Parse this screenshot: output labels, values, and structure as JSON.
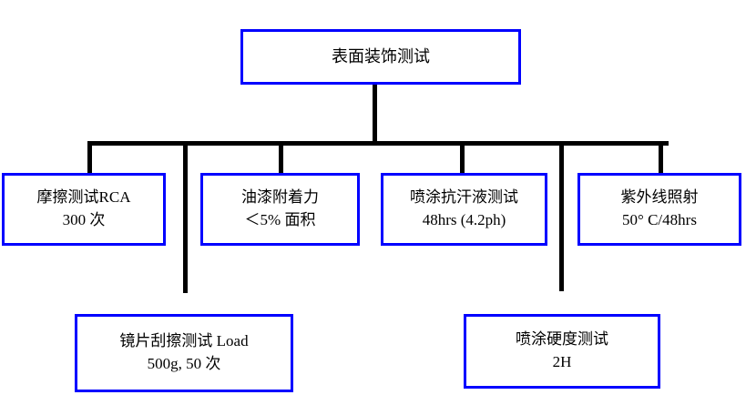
{
  "diagram": {
    "title": "表面装饰测试",
    "type": "tree-flowchart",
    "colors": {
      "box_border": "#0000FF",
      "connector": "#000000",
      "text": "#000000",
      "background": "#FFFFFF"
    },
    "root": {
      "line1": "表面装饰测试",
      "line2": ""
    },
    "children": [
      {
        "line1": "摩擦测试RCA",
        "line2": "300 次"
      },
      {
        "line1": "油漆附着力",
        "line2": "＜5% 面积"
      },
      {
        "line1": "喷涂抗汗液测试",
        "line2": "48hrs (4.2ph)"
      },
      {
        "line1": "紫外线照射",
        "line2": "50° C/48hrs"
      },
      {
        "line1": "镜片刮擦测试 Load",
        "line2": "500g, 50 次"
      },
      {
        "line1": "喷涂硬度测试",
        "line2": "2H"
      }
    ]
  }
}
